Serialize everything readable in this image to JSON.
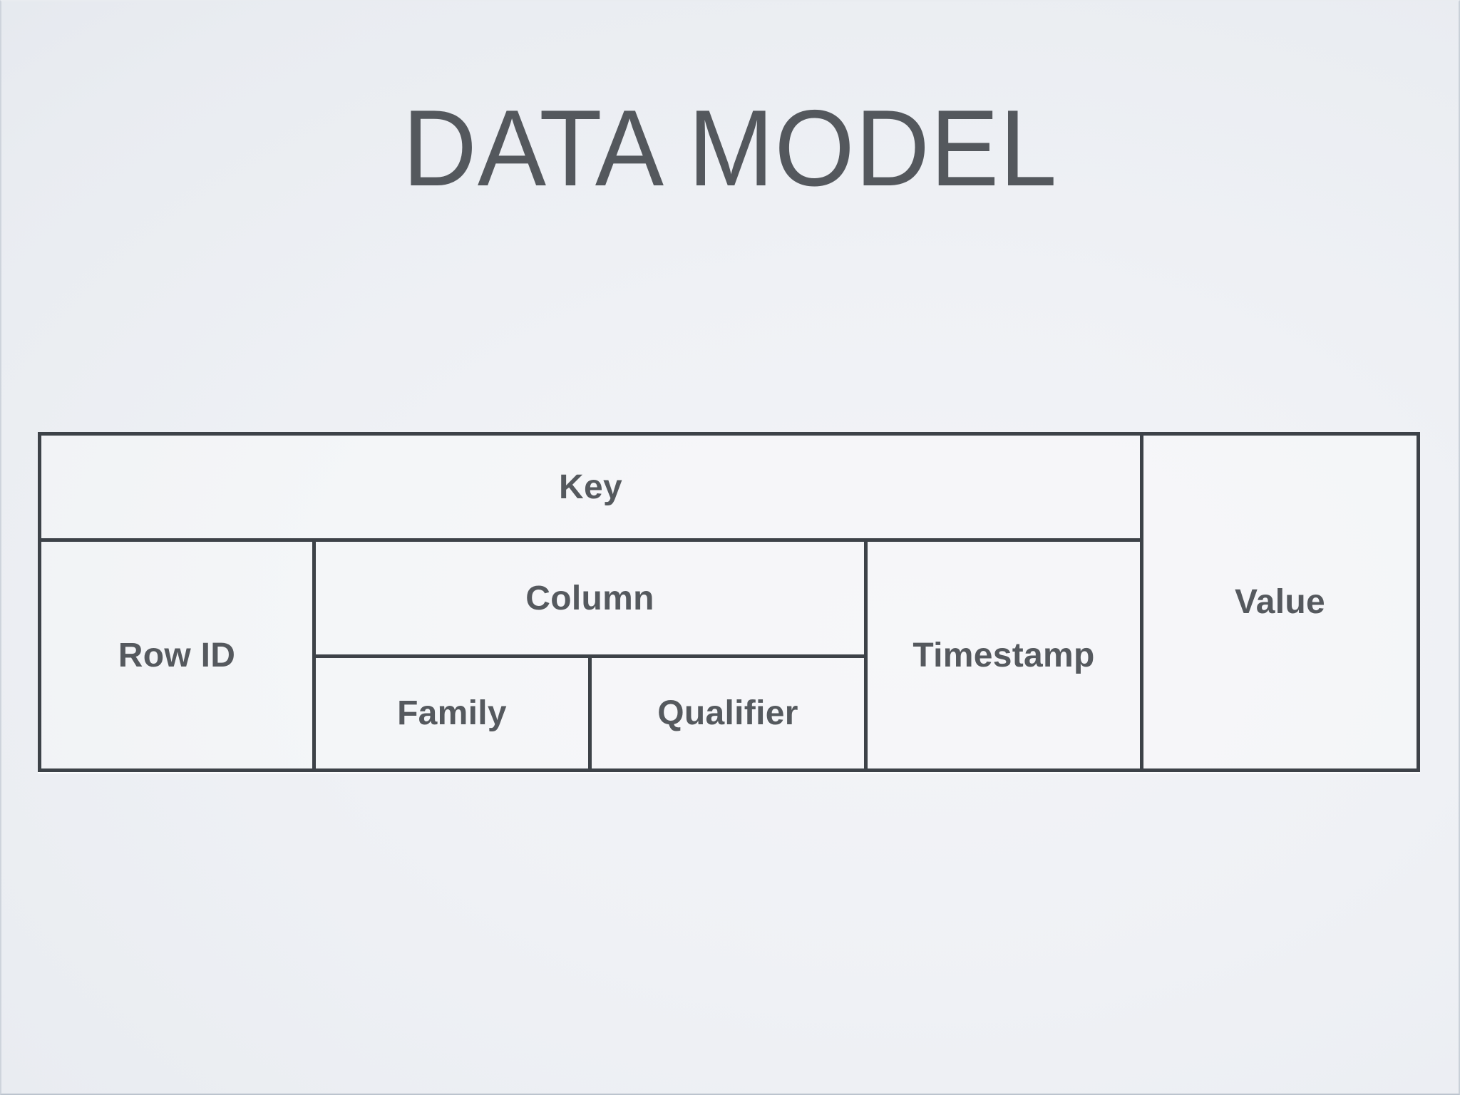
{
  "slide": {
    "title": "DATA MODEL",
    "background_color_outer": "#d8dde4",
    "background_color_inner": "#f3f4f7",
    "text_color": "#54585d"
  },
  "diagram": {
    "type": "nested-table-schema",
    "border_color": "#3d4248",
    "label_color": "#55595e",
    "cells": {
      "key": "Key",
      "value": "Value",
      "row_id": "Row ID",
      "column": "Column",
      "family": "Family",
      "qualifier": "Qualifier",
      "timestamp": "Timestamp"
    },
    "structure": {
      "top_level": [
        "Key",
        "Value"
      ],
      "key_children": [
        "Row ID",
        "Column",
        "Timestamp"
      ],
      "column_children": [
        "Family",
        "Qualifier"
      ]
    }
  }
}
